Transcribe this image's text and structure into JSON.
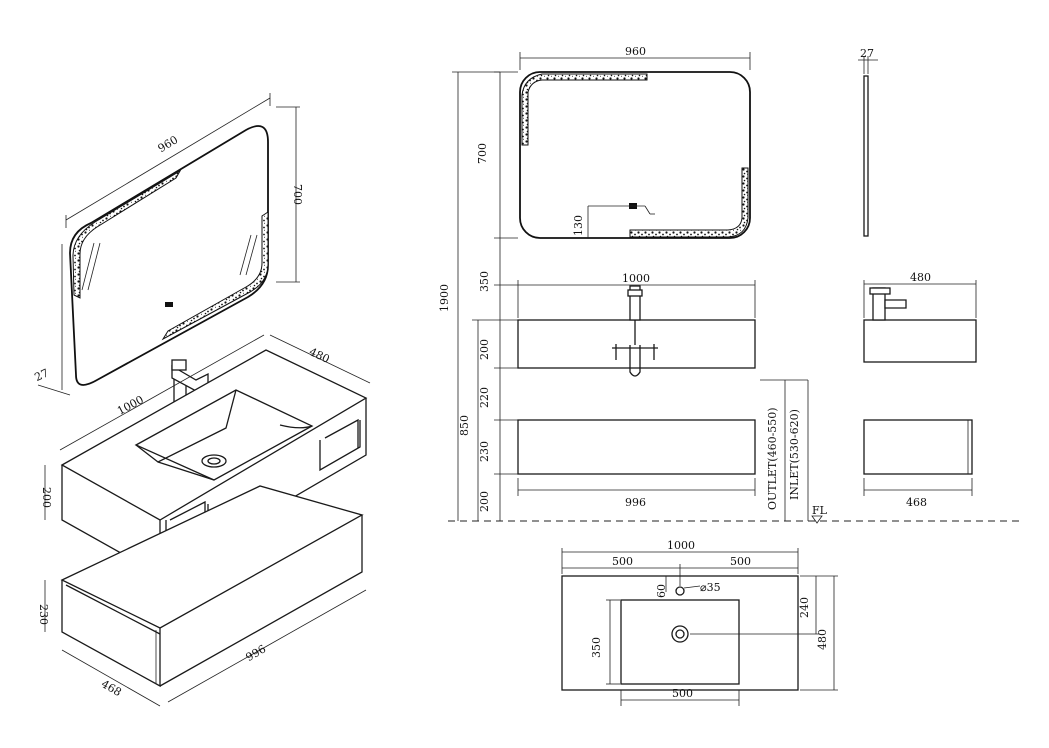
{
  "iso_view": {
    "mirror_width": "960",
    "mirror_height": "700",
    "mirror_depth": "27",
    "basin_width": "1000",
    "basin_depth": "480",
    "basin_height": "200",
    "cabinet_height": "230",
    "cabinet_width": "996",
    "cabinet_depth": "468"
  },
  "front_view": {
    "mirror_width": "960",
    "mirror_height": "700",
    "sensor_height": "130",
    "gap_mirror_basin": "350",
    "total_height": "1900",
    "counter_height": "850",
    "basin_width": "1000",
    "basin_height": "200",
    "gap_basin_cabinet": "220",
    "cabinet_height": "230",
    "cabinet_floor_gap": "200",
    "cabinet_width": "996",
    "outlet_label": "OUTLET(460-550)",
    "inlet_label": "INLET(530-620)",
    "floor_label": "FL"
  },
  "side_view": {
    "mirror_depth": "27",
    "basin_depth": "480",
    "cabinet_depth": "468"
  },
  "top_view": {
    "overall_width": "1000",
    "left_half": "500",
    "right_half": "500",
    "tap_hole_offset": "60",
    "tap_hole_diameter": "⌀35",
    "bowl_depth": "350",
    "drain_offset": "240",
    "overall_depth": "480",
    "bowl_width": "500"
  }
}
